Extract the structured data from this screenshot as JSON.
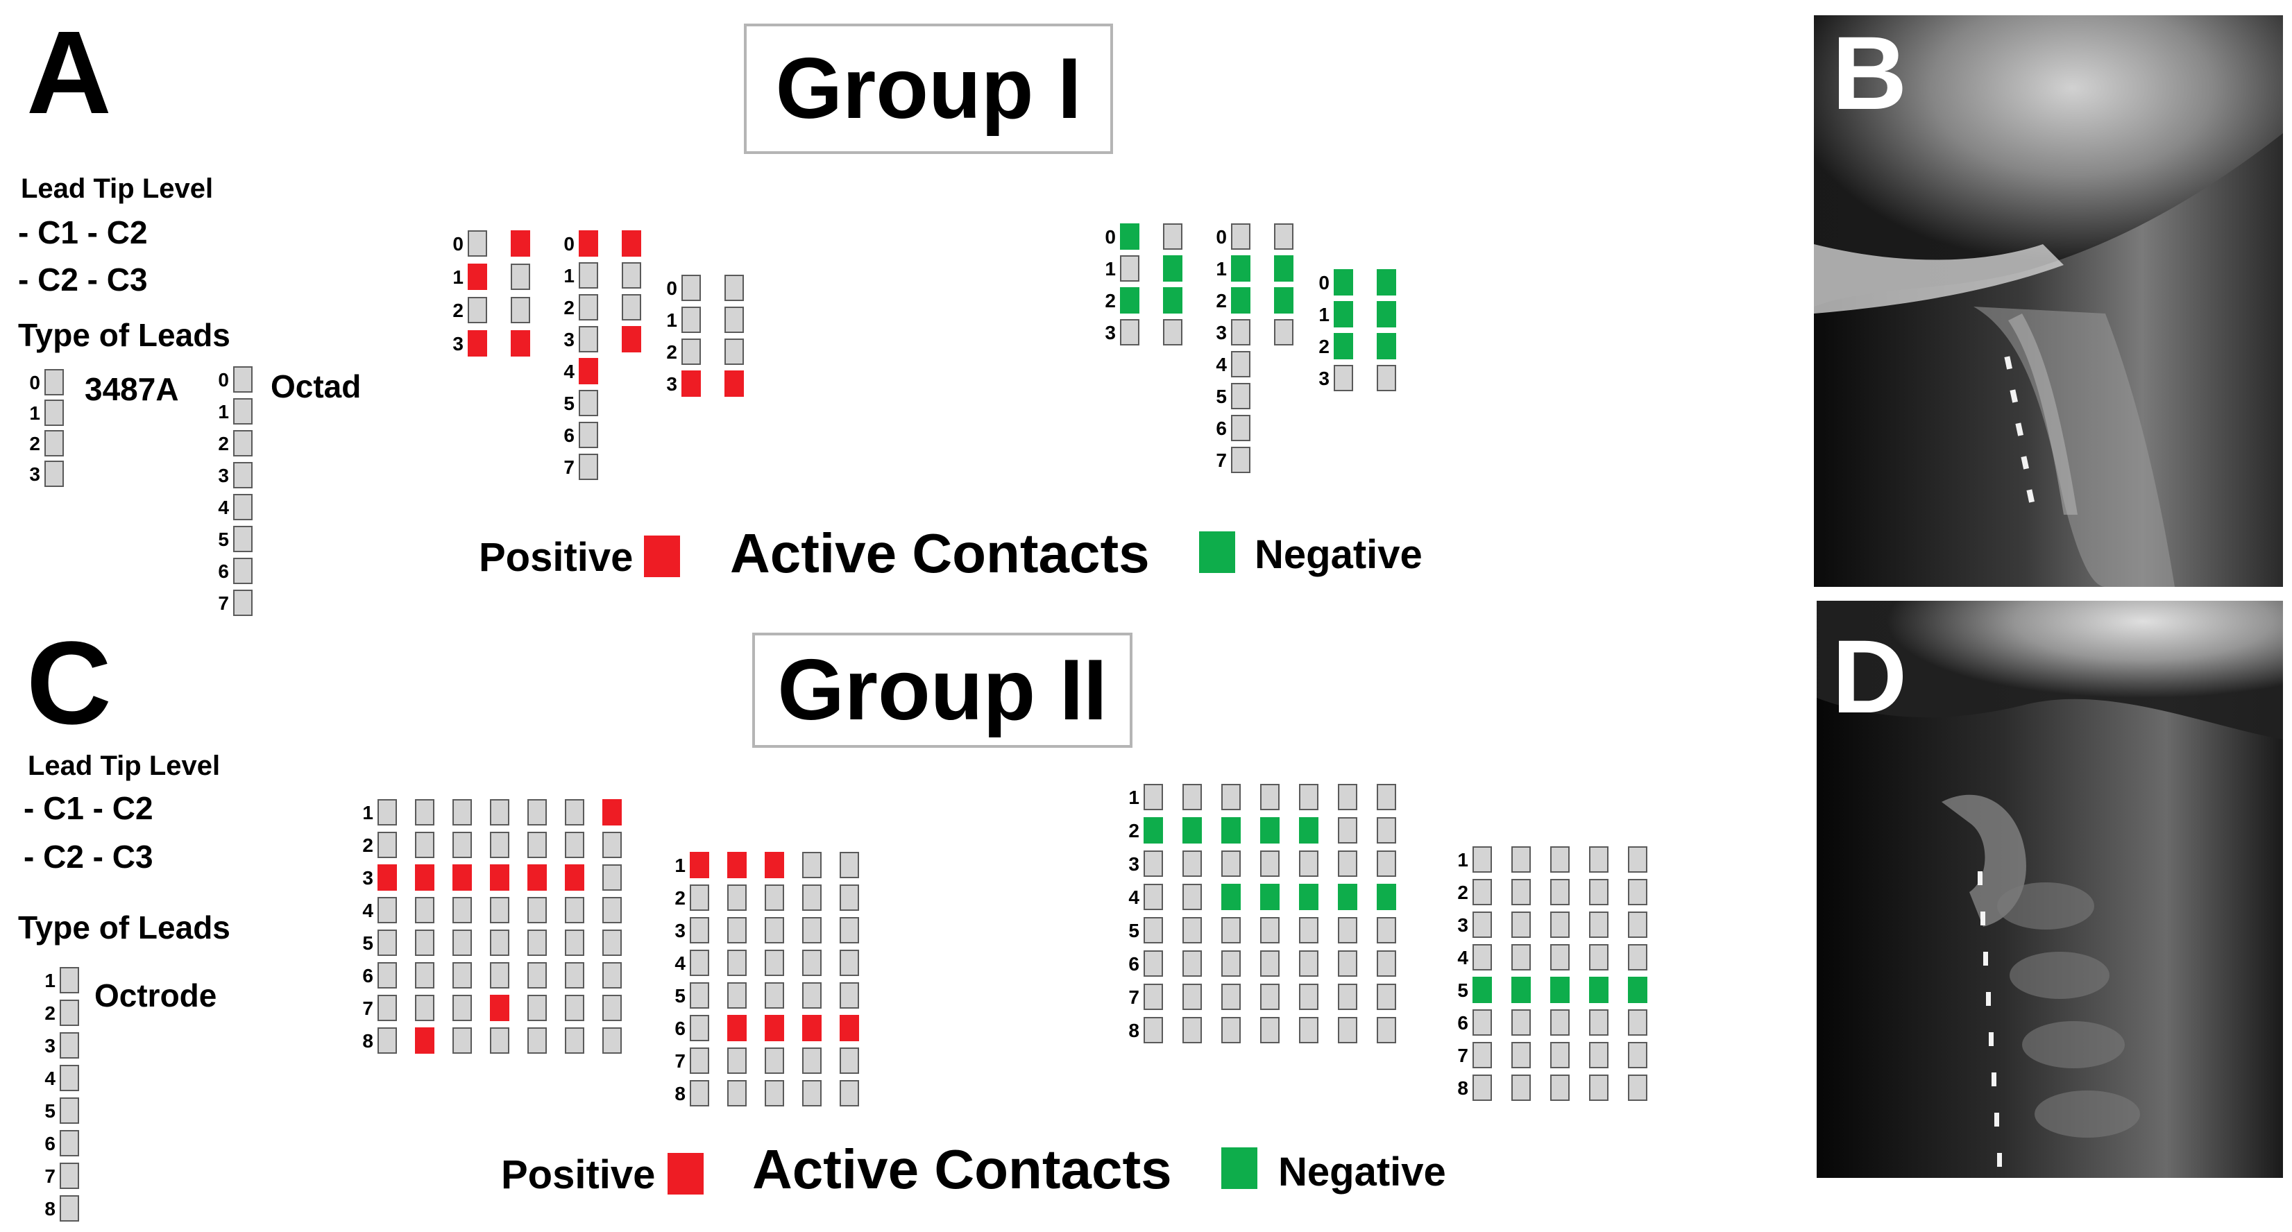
{
  "colors": {
    "positive": "#ee1c24",
    "negative": "#0ead4b",
    "inactive": "#d4d4d4",
    "border": "#5a5a5a"
  },
  "panel_letters": {
    "a": "A",
    "b": "B",
    "c": "C",
    "d": "D"
  },
  "group1": {
    "title": "Group I",
    "lead_tip_level": "Lead Tip Level",
    "levels": [
      "- C1 - C2",
      "-  C2 - C3"
    ],
    "type_of_leads": "Type of  Leads",
    "lead_names": [
      "3487A",
      "Octad"
    ],
    "legend": {
      "positive": "Positive",
      "center": "Active Contacts",
      "negative": "Negative"
    }
  },
  "group2": {
    "title": "Group II",
    "lead_tip_level": "Lead Tip Level",
    "levels": [
      "- C1 - C2",
      "-  C2 - C3"
    ],
    "type_of_leads": "Type of  Leads",
    "lead_names": [
      "Octrode"
    ],
    "legend": {
      "positive": "Positive",
      "center": "Active Contacts",
      "negative": "Negative"
    }
  },
  "electrode_diagrams": [
    {
      "id": "g1-key-4",
      "labels": [
        "0",
        "1",
        "2",
        "3"
      ],
      "columns": [
        [
          0,
          0,
          0,
          0
        ]
      ]
    },
    {
      "id": "g1-key-8",
      "labels": [
        "0",
        "1",
        "2",
        "3",
        "4",
        "5",
        "6",
        "7"
      ],
      "columns": [
        [
          0,
          0,
          0,
          0,
          0,
          0,
          0,
          0
        ]
      ]
    },
    {
      "id": "g1-pos-a",
      "labels": [
        "0",
        "1",
        "2",
        "3"
      ],
      "columns": [
        [
          0,
          1,
          0,
          1
        ],
        [
          1,
          0,
          0,
          1
        ]
      ]
    },
    {
      "id": "g1-pos-b",
      "labels": [
        "0",
        "1",
        "2",
        "3",
        "4",
        "5",
        "6",
        "7"
      ],
      "columns": [
        [
          1,
          0,
          0,
          0,
          1,
          0,
          0,
          0
        ],
        [
          1,
          0,
          0,
          1
        ]
      ]
    },
    {
      "id": "g1-pos-c",
      "labels": [
        "0",
        "1",
        "2",
        "3"
      ],
      "columns": [
        [
          0,
          0,
          0,
          1
        ],
        [
          0,
          0,
          0,
          1
        ]
      ]
    },
    {
      "id": "g1-neg-a",
      "labels": [
        "0",
        "1",
        "2",
        "3"
      ],
      "columns": [
        [
          2,
          0,
          2,
          0
        ],
        [
          0,
          2,
          2,
          0
        ]
      ]
    },
    {
      "id": "g1-neg-b",
      "labels": [
        "0",
        "1",
        "2",
        "3",
        "4",
        "5",
        "6",
        "7"
      ],
      "columns": [
        [
          0,
          2,
          2,
          0,
          0,
          0,
          0,
          0
        ],
        [
          0,
          2,
          2,
          0
        ]
      ]
    },
    {
      "id": "g1-neg-c",
      "labels": [
        "0",
        "1",
        "2",
        "3"
      ],
      "columns": [
        [
          2,
          2,
          2,
          0
        ],
        [
          2,
          2,
          2,
          0
        ]
      ]
    },
    {
      "id": "g2-key",
      "labels": [
        "1",
        "2",
        "3",
        "4",
        "5",
        "6",
        "7",
        "8"
      ],
      "columns": [
        [
          0,
          0,
          0,
          0,
          0,
          0,
          0,
          0
        ]
      ]
    },
    {
      "id": "g2-pos-a",
      "labels": [
        "1",
        "2",
        "3",
        "4",
        "5",
        "6",
        "7",
        "8"
      ],
      "columns": [
        [
          0,
          0,
          1,
          0,
          0,
          0,
          0,
          0
        ],
        [
          0,
          0,
          1,
          0,
          0,
          0,
          0,
          1
        ],
        [
          0,
          0,
          1,
          0,
          0,
          0,
          0,
          0
        ],
        [
          0,
          0,
          1,
          0,
          0,
          0,
          1,
          0
        ],
        [
          0,
          0,
          1,
          0,
          0,
          0,
          0,
          0
        ],
        [
          0,
          0,
          1,
          0,
          0,
          0,
          0,
          0
        ],
        [
          1,
          0,
          0,
          0,
          0,
          0,
          0,
          0
        ]
      ]
    },
    {
      "id": "g2-pos-b",
      "labels": [
        "1",
        "2",
        "3",
        "4",
        "5",
        "6",
        "7",
        "8"
      ],
      "columns": [
        [
          1,
          0,
          0,
          0,
          0,
          0,
          0,
          0
        ],
        [
          1,
          0,
          0,
          0,
          0,
          1,
          0,
          0
        ],
        [
          1,
          0,
          0,
          0,
          0,
          1,
          0,
          0
        ],
        [
          0,
          0,
          0,
          0,
          0,
          1,
          0,
          0
        ],
        [
          0,
          0,
          0,
          0,
          0,
          1,
          0,
          0
        ]
      ]
    },
    {
      "id": "g2-neg-a",
      "labels": [
        "1",
        "2",
        "3",
        "4",
        "5",
        "6",
        "7",
        "8"
      ],
      "columns": [
        [
          0,
          2,
          0,
          0,
          0,
          0,
          0,
          0
        ],
        [
          0,
          2,
          0,
          0,
          0,
          0,
          0,
          0
        ],
        [
          0,
          2,
          0,
          2,
          0,
          0,
          0,
          0
        ],
        [
          0,
          2,
          0,
          2,
          0,
          0,
          0,
          0
        ],
        [
          0,
          2,
          0,
          2,
          0,
          0,
          0,
          0
        ],
        [
          0,
          0,
          0,
          2,
          0,
          0,
          0,
          0
        ],
        [
          0,
          0,
          0,
          2,
          0,
          0,
          0,
          0
        ]
      ]
    },
    {
      "id": "g2-neg-b",
      "labels": [
        "1",
        "2",
        "3",
        "4",
        "5",
        "6",
        "7",
        "8"
      ],
      "columns": [
        [
          0,
          0,
          0,
          0,
          2,
          0,
          0,
          0
        ],
        [
          0,
          0,
          0,
          0,
          2,
          0,
          0,
          0
        ],
        [
          0,
          0,
          0,
          0,
          2,
          0,
          0,
          0
        ],
        [
          0,
          0,
          0,
          0,
          2,
          0,
          0,
          0
        ],
        [
          0,
          0,
          0,
          0,
          2,
          0,
          0,
          0
        ]
      ]
    }
  ],
  "xray_b": {
    "lead_contacts_visible": 5
  },
  "xray_d": {
    "lead_contacts_visible": 8
  }
}
